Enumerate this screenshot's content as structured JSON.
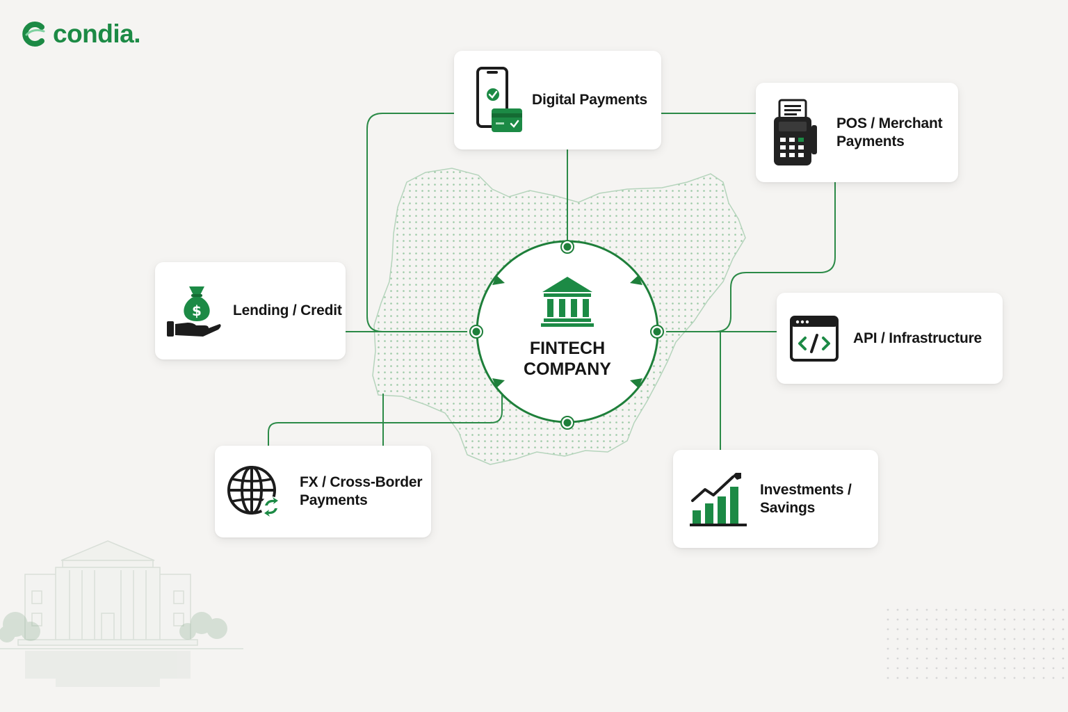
{
  "brand": {
    "name": "condia."
  },
  "hub": {
    "line1": "FINTECH",
    "line2": "COMPANY"
  },
  "nodes": [
    {
      "key": "digital",
      "label": "Digital Payments",
      "icon": "mobile-payment-icon"
    },
    {
      "key": "pos",
      "label_line1": "POS / Merchant",
      "label_line2": "Payments",
      "icon": "pos-terminal-icon"
    },
    {
      "key": "lending",
      "label": "Lending / Credit",
      "icon": "money-bag-hand-icon"
    },
    {
      "key": "api",
      "label": "API / Infrastructure",
      "icon": "code-window-icon"
    },
    {
      "key": "fx",
      "label_line1": "FX / Cross-Border",
      "label_line2": "Payments",
      "icon": "globe-exchange-icon"
    },
    {
      "key": "invest",
      "label_line1": "Investments /",
      "label_line2": "Savings",
      "icon": "growth-chart-icon"
    }
  ],
  "colors": {
    "accent": "#1c8a45",
    "line": "#2b8a47",
    "dark": "#1c1c1c",
    "background": "#f5f4f2",
    "card": "#ffffff"
  }
}
